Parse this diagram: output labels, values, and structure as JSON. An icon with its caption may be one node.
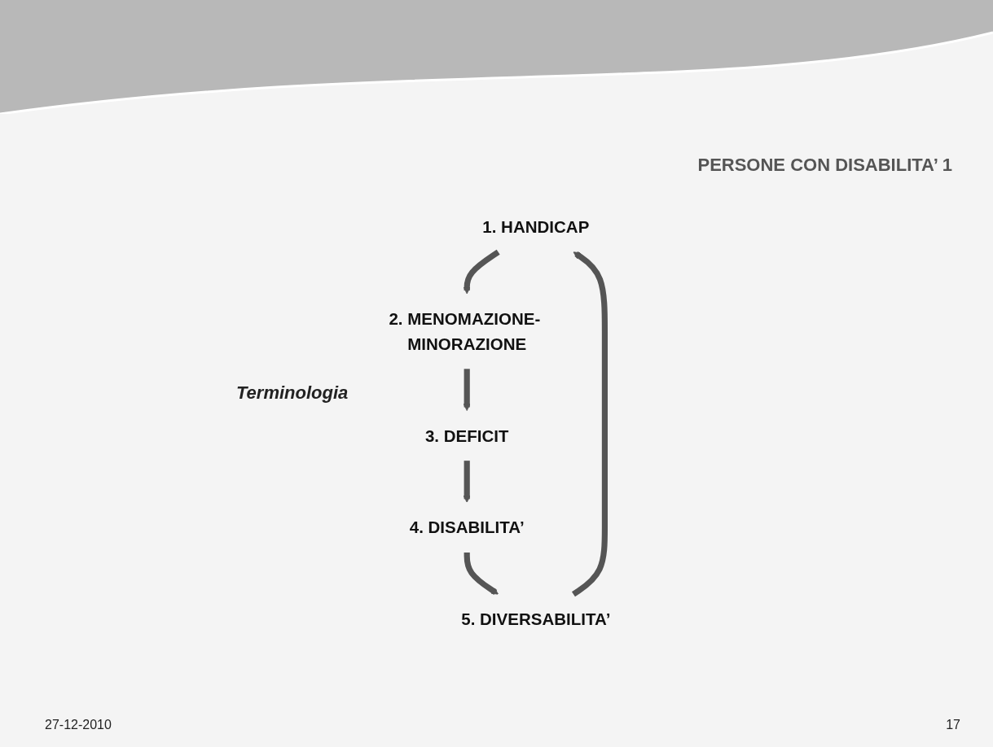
{
  "diagram": {
    "title": "PERSONE CON DISABILITA’ 1",
    "nodes": [
      {
        "text": [
          "1. HANDICAP"
        ]
      },
      {
        "text": [
          "2. MENOMAZIONE- MINORAZIONE"
        ]
      },
      {
        "text": [
          "3. DEFICIT"
        ]
      },
      {
        "text": [
          "4. DISABILITA’"
        ]
      },
      {
        "text": [
          "5. DIVERSABILITA’"
        ]
      }
    ],
    "edges": [
      {
        "from": 4,
        "to": 0,
        "arrow": "to"
      },
      {
        "from": 0,
        "to": 1,
        "arrow": "to"
      },
      {
        "from": 1,
        "to": 2,
        "arrow": "to"
      },
      {
        "from": 2,
        "to": 3,
        "arrow": "to"
      },
      {
        "from": 3,
        "to": 4,
        "arrow": "to"
      }
    ],
    "labels": [
      "Terminologia",
      "27-12-2010",
      "17"
    ]
  }
}
